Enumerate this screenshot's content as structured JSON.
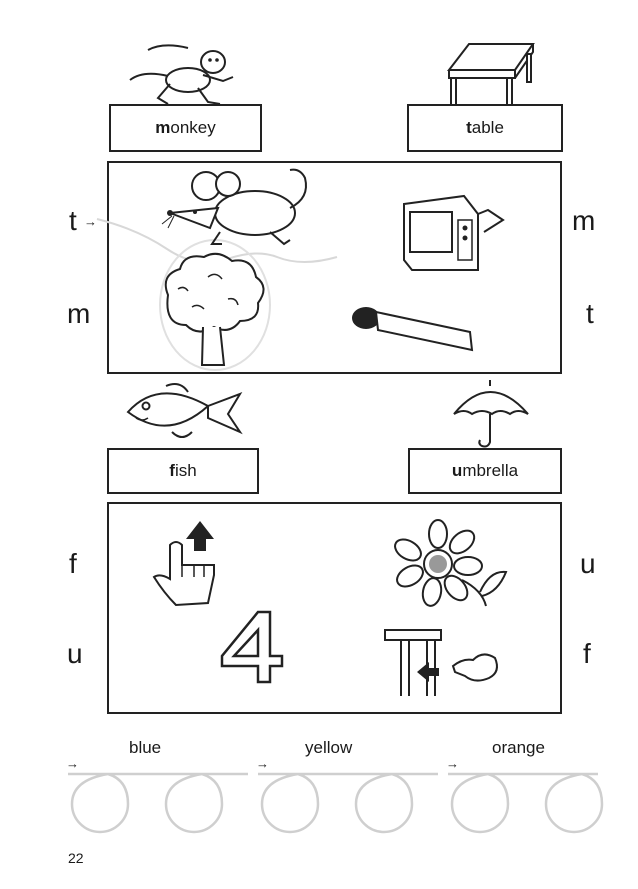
{
  "section1": {
    "picture_words": [
      {
        "first": "m",
        "rest": "onkey",
        "icon": "monkey-icon"
      },
      {
        "first": "t",
        "rest": "able",
        "icon": "table-icon"
      }
    ],
    "panel": {
      "left_letters": [
        "t",
        "m"
      ],
      "right_letters": [
        "m",
        "t"
      ],
      "icons": [
        "mouse-icon",
        "tree-icon",
        "television-icon",
        "matchstick-icon"
      ]
    }
  },
  "section2": {
    "picture_words": [
      {
        "first": "f",
        "rest": "ish",
        "icon": "fish-icon"
      },
      {
        "first": "u",
        "rest": "mbrella",
        "icon": "umbrella-icon"
      }
    ],
    "panel": {
      "left_letters": [
        "f",
        "u"
      ],
      "right_letters": [
        "u",
        "f"
      ],
      "icons": [
        "finger-up-icon",
        "four-icon",
        "flower-icon",
        "under-icon"
      ]
    }
  },
  "color_words": [
    "blue",
    "yellow",
    "orange"
  ],
  "page_number": "22"
}
